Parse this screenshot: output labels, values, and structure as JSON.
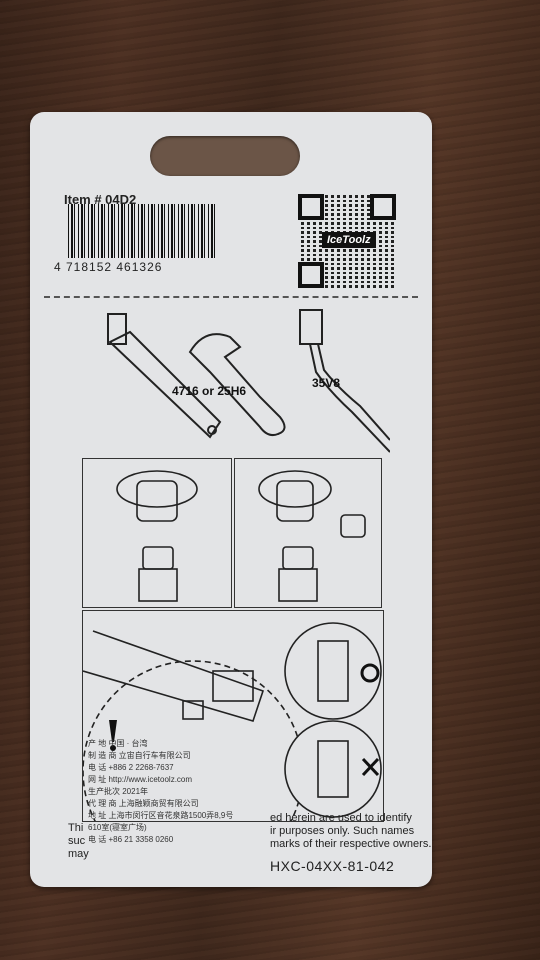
{
  "card": {
    "item_label": "Item # 04D2",
    "barcode_number": "4 718152 461326",
    "brand": "IceToolz",
    "tool_label_1": "4716 or 25H6",
    "tool_label_2": "35V8",
    "disclaimer_left": "Thi\nsuc\nmay",
    "disclaimer_right": "ed herein are used to identify\nir purposes only. Such names\nmarks of their respective owners.",
    "cn_lines": [
      "产   地  中国 · 台湾",
      "制 造 商  立宙自行车有限公司",
      "电    话  +886 2 2268-7637",
      "网    址  http://www.icetoolz.com",
      "生产批次 2021年",
      "代 理 商  上海融颖商贸有限公司",
      "地    址  上海市闵行区音花泉路1500弄8,9号",
      "         610室(寝室广场)",
      "电    话  +86 21 3358 0260"
    ],
    "product_code": "HXC-04XX-81-042"
  }
}
